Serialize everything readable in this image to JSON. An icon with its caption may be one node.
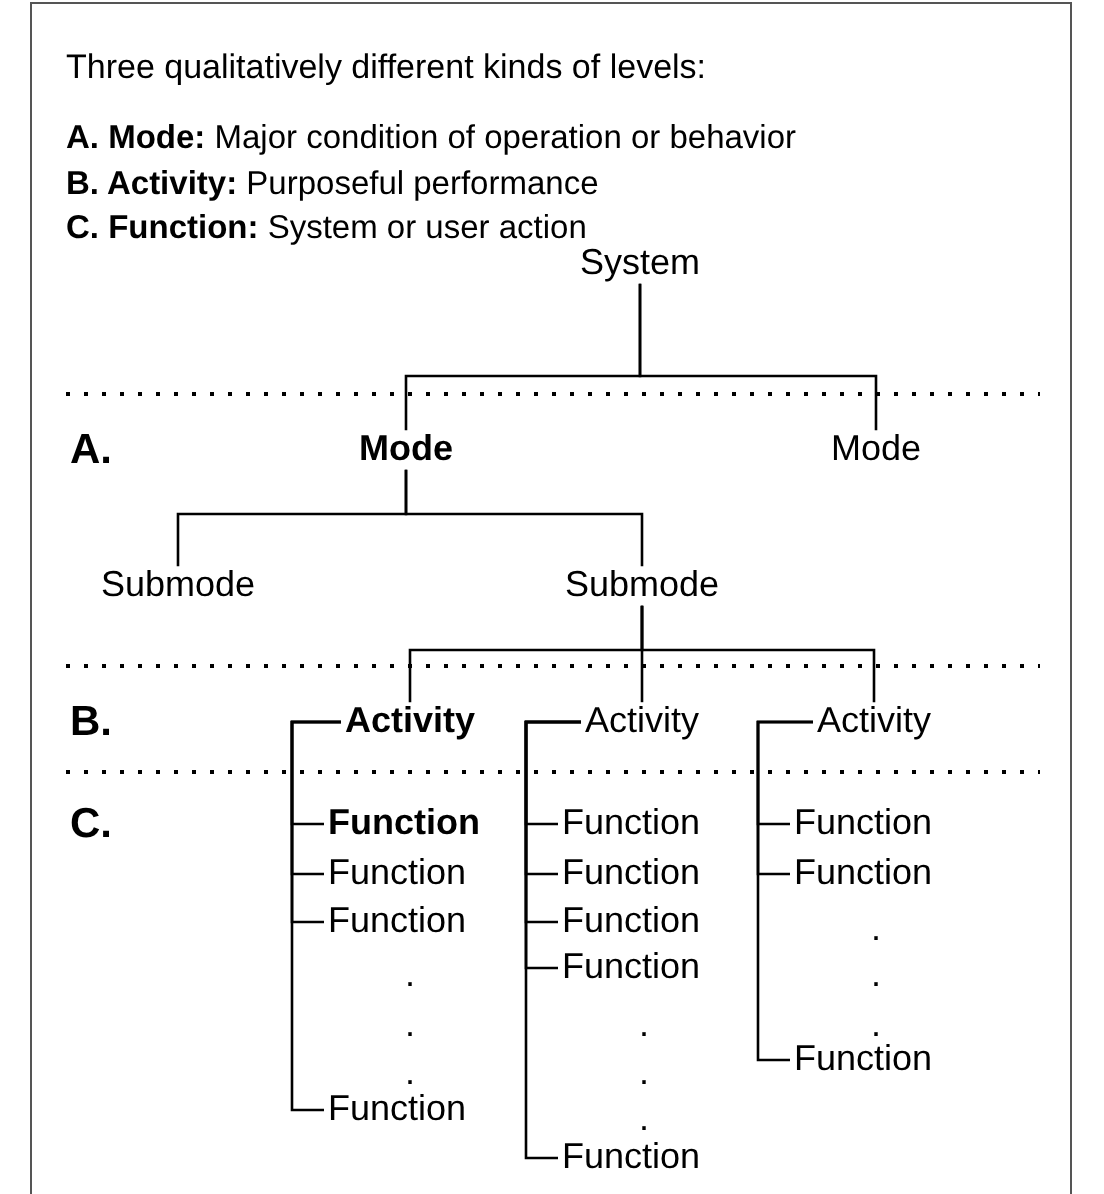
{
  "diagram": {
    "title": "Three qualitatively different kinds of levels:",
    "nodes": [
      {
        "text": [
          "System"
        ]
      },
      {
        "text": [
          "Mode"
        ]
      },
      {
        "text": [
          "Mode"
        ]
      },
      {
        "text": [
          "Submode"
        ]
      },
      {
        "text": [
          "Submode"
        ]
      },
      {
        "text": [
          "Activity"
        ]
      },
      {
        "text": [
          "Activity"
        ]
      },
      {
        "text": [
          "Activity"
        ]
      },
      {
        "text": [
          "Function"
        ]
      },
      {
        "text": [
          "Function"
        ]
      },
      {
        "text": [
          "Function"
        ]
      },
      {
        "text": [
          "Function"
        ]
      },
      {
        "text": [
          "Function"
        ]
      },
      {
        "text": [
          "Function"
        ]
      },
      {
        "text": [
          "Function"
        ]
      },
      {
        "text": [
          "Function"
        ]
      },
      {
        "text": [
          "Function"
        ]
      },
      {
        "text": [
          "Function"
        ]
      },
      {
        "text": [
          "Function"
        ]
      },
      {
        "text": [
          "Function"
        ]
      }
    ],
    "edges": [
      {
        "from": 0,
        "to": 1,
        "arrow": "none"
      },
      {
        "from": 0,
        "to": 2,
        "arrow": "none"
      },
      {
        "from": 1,
        "to": 3,
        "arrow": "none"
      },
      {
        "from": 1,
        "to": 4,
        "arrow": "none"
      },
      {
        "from": 4,
        "to": 5,
        "arrow": "none"
      },
      {
        "from": 4,
        "to": 6,
        "arrow": "none"
      },
      {
        "from": 4,
        "to": 7,
        "arrow": "none"
      },
      {
        "from": 5,
        "to": 8,
        "arrow": "none"
      },
      {
        "from": 5,
        "to": 9,
        "arrow": "none"
      },
      {
        "from": 5,
        "to": 10,
        "arrow": "none"
      },
      {
        "from": 5,
        "to": 11,
        "arrow": "none"
      },
      {
        "from": 6,
        "to": 12,
        "arrow": "none"
      },
      {
        "from": 6,
        "to": 13,
        "arrow": "none"
      },
      {
        "from": 6,
        "to": 14,
        "arrow": "none"
      },
      {
        "from": 6,
        "to": 15,
        "arrow": "none"
      },
      {
        "from": 6,
        "to": 16,
        "arrow": "none"
      },
      {
        "from": 7,
        "to": 17,
        "arrow": "none"
      },
      {
        "from": 7,
        "to": 18,
        "arrow": "none"
      },
      {
        "from": 7,
        "to": 19,
        "arrow": "none"
      }
    ],
    "labels": [
      "**A. Mode:** Major condition of operation or behavior",
      "**B. Activity:** Purposeful performance",
      "**C. Function:** System or user action",
      "A.",
      "B.",
      "C.",
      ".",
      ".",
      ".",
      ".",
      ".",
      ".",
      ".",
      ".",
      "."
    ]
  }
}
